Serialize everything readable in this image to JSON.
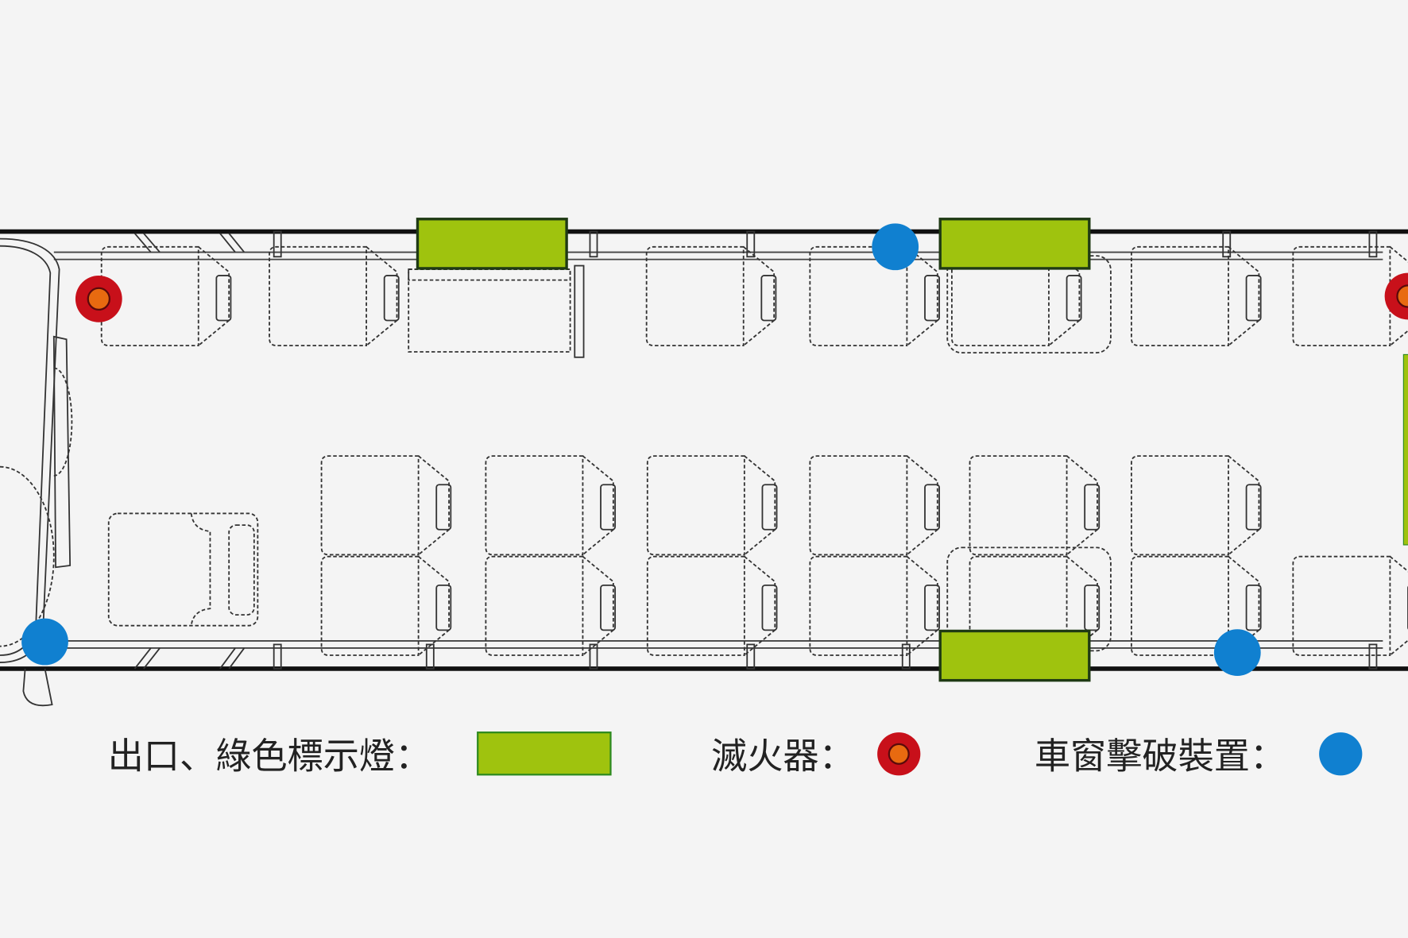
{
  "diagram": {
    "title_hidden": null,
    "colors": {
      "exit_light": "#9fc30e",
      "exit_border": "#2d6b1e",
      "extinguisher_outer": "#c8101a",
      "extinguisher_inner": "#e86a10",
      "window_breaker": "#1080d0",
      "background": "#f4f4f4"
    },
    "markers": {
      "exit_lights": 4,
      "fire_extinguishers": 2,
      "window_breakers": 3
    }
  },
  "legend": {
    "exit_label": "出口、綠色標示燈：",
    "extinguisher_label": "滅火器：",
    "window_breaker_label": "車窗擊破裝置："
  }
}
